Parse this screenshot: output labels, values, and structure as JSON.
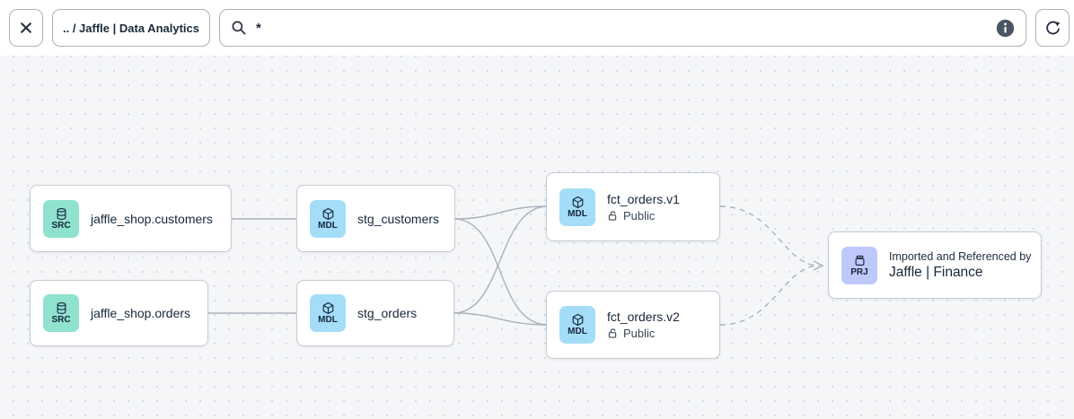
{
  "toolbar": {
    "breadcrumb": ".. / Jaffle | Data Analytics",
    "search": {
      "value": "*"
    }
  },
  "nodes": [
    {
      "badge": "SRC",
      "label": "jaffle_shop.customers"
    },
    {
      "badge": "SRC",
      "label": "jaffle_shop.orders"
    },
    {
      "badge": "MDL",
      "label": "stg_customers"
    },
    {
      "badge": "MDL",
      "label": "stg_orders"
    },
    {
      "badge": "MDL",
      "label": "fct_orders.v1",
      "access": "Public"
    },
    {
      "badge": "MDL",
      "label": "fct_orders.v2",
      "access": "Public"
    },
    {
      "badge": "PRJ",
      "subtitle": "Imported and Referenced by",
      "label": "Jaffle | Finance"
    }
  ],
  "edges": [
    {
      "from": "jaffle_shop.customers",
      "to": "stg_customers",
      "style": "solid"
    },
    {
      "from": "jaffle_shop.orders",
      "to": "stg_orders",
      "style": "solid"
    },
    {
      "from": "stg_customers",
      "to": "fct_orders.v1",
      "style": "solid"
    },
    {
      "from": "stg_customers",
      "to": "fct_orders.v2",
      "style": "solid"
    },
    {
      "from": "stg_orders",
      "to": "fct_orders.v1",
      "style": "solid"
    },
    {
      "from": "stg_orders",
      "to": "fct_orders.v2",
      "style": "solid"
    },
    {
      "from": "fct_orders.v1",
      "to": "Jaffle | Finance",
      "style": "dashed"
    },
    {
      "from": "fct_orders.v2",
      "to": "Jaffle | Finance",
      "style": "dashed"
    }
  ],
  "colors": {
    "src_badge": "#8FE2CE",
    "mdl_badge": "#A4DDF8",
    "prj_badge": "#BEC8FA",
    "edge": "#ABB1BB",
    "text": "#17273A",
    "canvas_bg": "#F5F6F8"
  }
}
